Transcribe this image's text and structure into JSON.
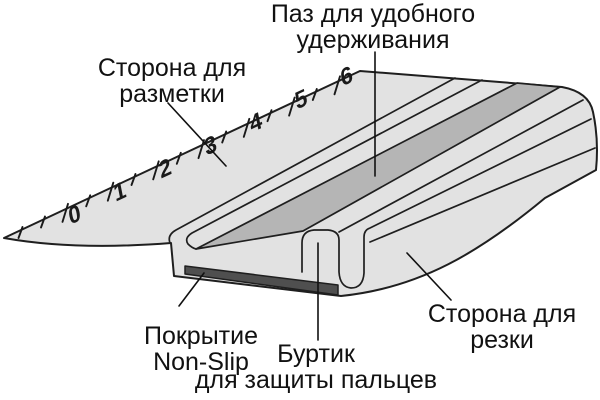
{
  "diagram": {
    "labels": {
      "groove": {
        "line1": "Паз для удобного",
        "line2": "удерживания"
      },
      "marking": {
        "line1": "Сторона для",
        "line2": "разметки"
      },
      "coating": {
        "line1": "Покрытие",
        "line2": "Non-Slip"
      },
      "flange": {
        "line1": "Буртик",
        "line2": "для защиты пальцев"
      },
      "cutting": {
        "line1": "Сторона для",
        "line2": "резки"
      }
    },
    "ruler": {
      "scale_numbers": [
        "0",
        "1",
        "2",
        "3",
        "4",
        "5",
        "6"
      ]
    },
    "colors": {
      "background": "#ffffff",
      "body": "#e2e2e2",
      "groove": "#b5b5b5",
      "non_slip": "#4f4f4f",
      "outline": "#1f1f1f",
      "ink": "#111111",
      "scale_ink": "#1a1a1a"
    }
  }
}
